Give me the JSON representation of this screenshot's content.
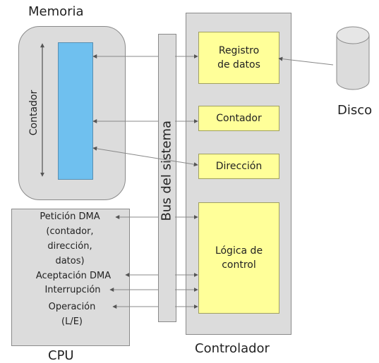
{
  "labels": {
    "memory": "Memoria",
    "disk": "Disco",
    "cpu": "CPU",
    "controller": "Controlador",
    "memory_counter": "Contador",
    "system_bus": "Bus del sistema"
  },
  "controller_boxes": {
    "data_register_line1": "Registro",
    "data_register_line2": "de datos",
    "counter": "Contador",
    "address": "Dirección",
    "control_logic_line1": "Lógica de",
    "control_logic_line2": "control"
  },
  "cpu_signals": {
    "dma_request": "Petición DMA",
    "dma_request_detail1": "(contador,",
    "dma_request_detail2": "dirección,",
    "dma_request_detail3": "datos)",
    "dma_ack": "Aceptación DMA",
    "interrupt": "Interrupción",
    "operation": "Operación",
    "operation_detail": "(L/E)"
  },
  "colors": {
    "panel_gray": "#dcdcdc",
    "register_yellow": "#ffff99",
    "memory_blue": "#6fc0ef",
    "line_gray": "#888888"
  }
}
